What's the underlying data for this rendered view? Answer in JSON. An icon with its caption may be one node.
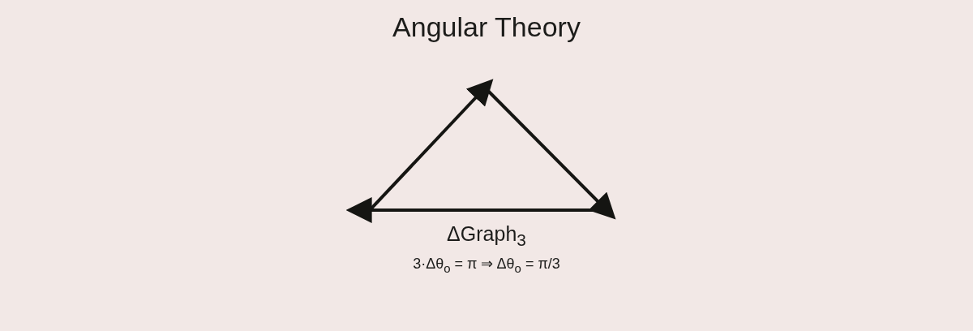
{
  "diagram": {
    "title": "Angular Theory",
    "labels": [
      "ΔGraph$_{3}$",
      "3·Δθ$_{o}$ = π ⇒ Δθ$_{o}$ = π/3"
    ]
  }
}
